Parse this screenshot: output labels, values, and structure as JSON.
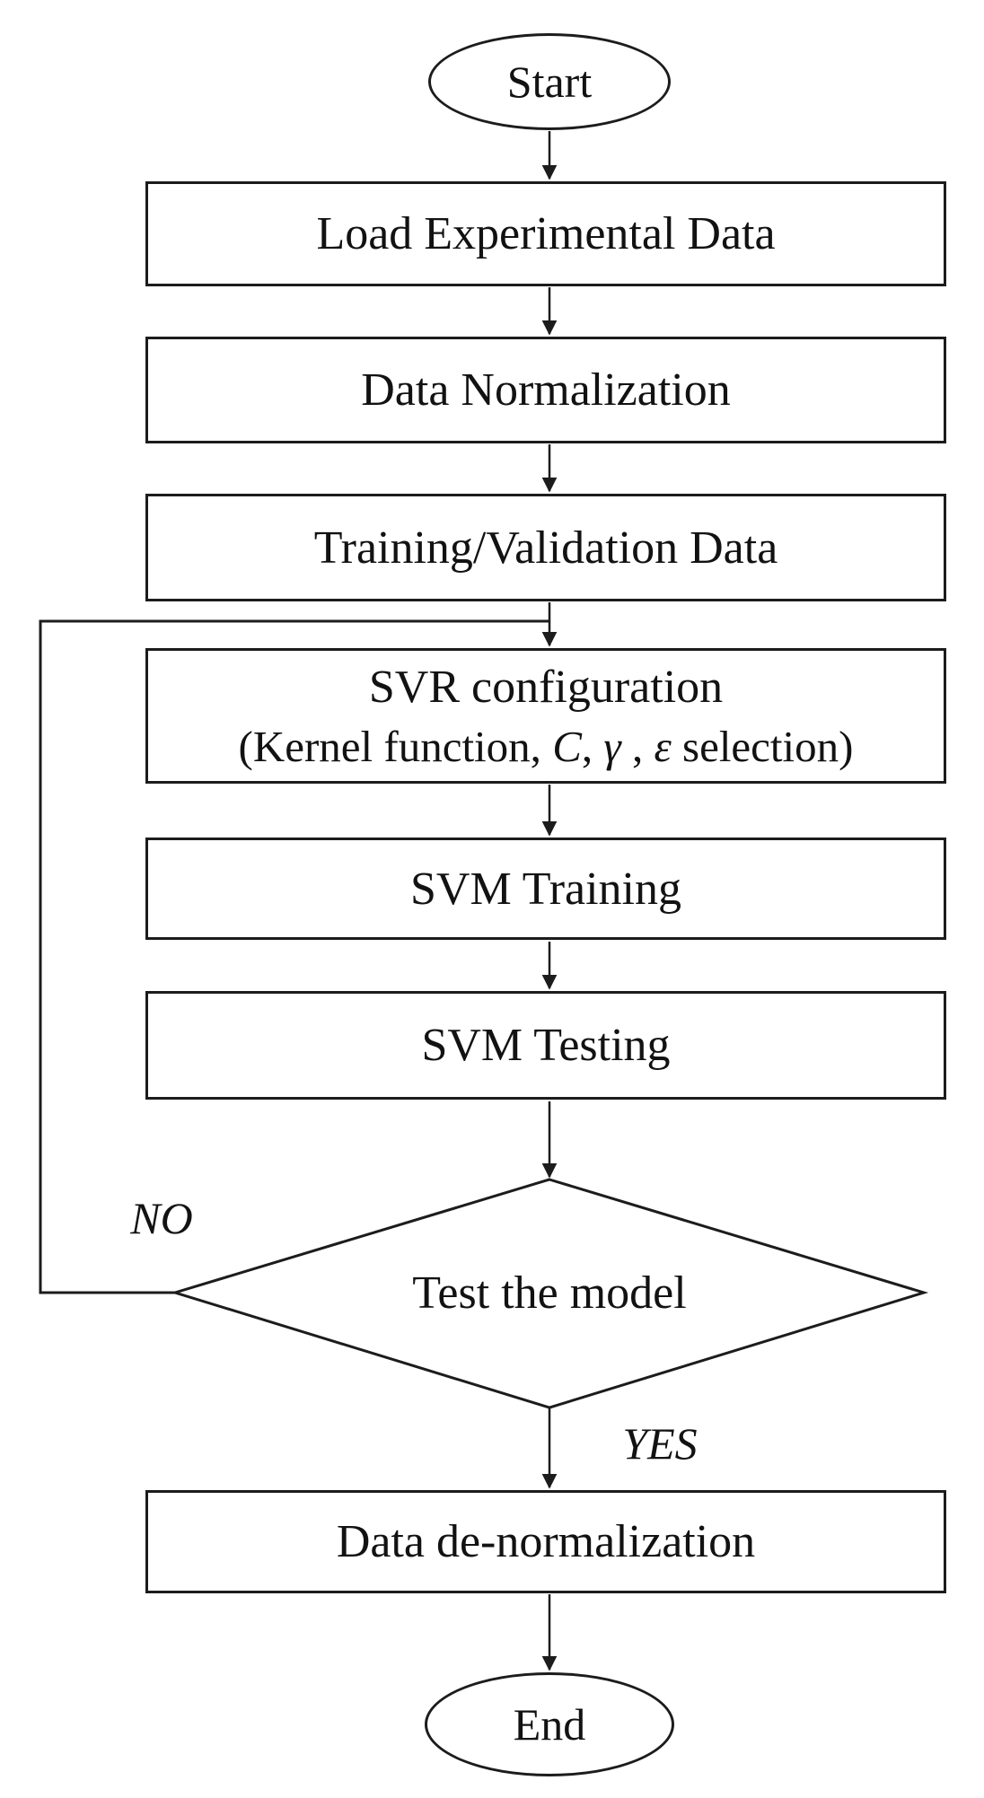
{
  "flowchart": {
    "nodes": {
      "start": {
        "label": "Start"
      },
      "load_data": {
        "label": "Load Experimental Data"
      },
      "data_normalization": {
        "label": "Data Normalization"
      },
      "training_validation": {
        "label": "Training/Validation Data"
      },
      "svr_configuration": {
        "line1": "SVR configuration",
        "line2": [
          "(Kernel function, ",
          "C",
          ", ",
          "γ",
          " , ",
          "ε",
          " selection)"
        ]
      },
      "svm_training": {
        "label": "SVM Training"
      },
      "svm_testing": {
        "label": "SVM Testing"
      },
      "decision": {
        "label": "Test the model"
      },
      "data_denormalization": {
        "label": "Data de-normalization"
      },
      "end": {
        "label": "End"
      }
    },
    "edge_labels": {
      "no": "NO",
      "yes": "YES"
    },
    "colors": {
      "stroke": "#1c1c1c",
      "text": "#121212",
      "background": "#ffffff"
    }
  }
}
